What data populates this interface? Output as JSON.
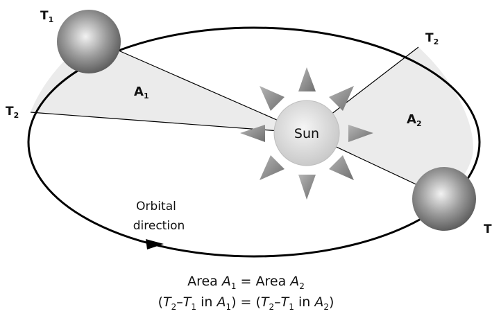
{
  "diagram": {
    "labels": {
      "t1": "T",
      "t1_sub": "1",
      "t2_left": "T",
      "t2_left_sub": "2",
      "t2_right": "T",
      "t2_right_sub": "2",
      "t": "T",
      "a1": "A",
      "a1_sub": "1",
      "a2": "A",
      "a2_sub": "2",
      "sun": "Sun",
      "orbital_line1": "Orbital",
      "orbital_line2": "direction"
    },
    "caption": {
      "line1_prefix": "Area ",
      "line1_a1": "A",
      "line1_a1_sub": "1",
      "line1_mid": " = Area ",
      "line1_a2": "A",
      "line1_a2_sub": "2",
      "line2_open": "(",
      "line2_t2": "T",
      "line2_t2_sub": "2",
      "line2_minus": "–",
      "line2_t1": "T",
      "line2_t1_sub": "1",
      "line2_in": " in ",
      "line2_a1": "A",
      "line2_a1_sub": "1",
      "line2_eq": ") = (",
      "line2_t2b": "T",
      "line2_t2b_sub": "2",
      "line2_minusb": "–",
      "line2_t1b": "T",
      "line2_t1b_sub": "1",
      "line2_inb": " in ",
      "line2_a2": "A",
      "line2_a2_sub": "2",
      "line2_close": ")"
    },
    "colors": {
      "sector_fill": "#ebebeb",
      "orbit_stroke": "#000000",
      "sun_fill": "#d9d9d9",
      "ray_fill": "#8a8a8a"
    }
  }
}
